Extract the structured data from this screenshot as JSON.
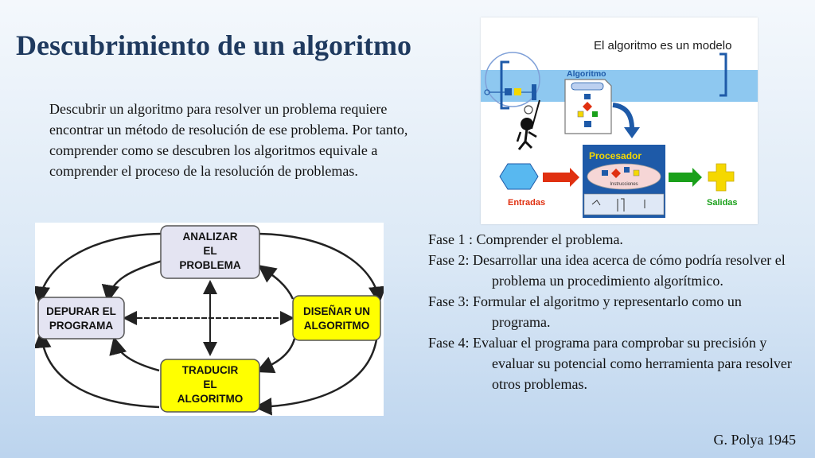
{
  "slide": {
    "title": "Descubrimiento de un algoritmo",
    "intro": "Descubrir un algoritmo para resolver un problema requiere encontrar un método de resolución de ese problema. Por tanto, comprender como se descubren los algoritmos equivale a comprender el proceso de la resolución de problemas.",
    "phases": [
      "Fase 1 : Comprender el problema.",
      "Fase 2: Desarrollar una idea acerca de cómo podría resolver el problema un procedimiento algorítmico.",
      "Fase 3: Formular el algoritmo y representarlo como un programa.",
      "Fase 4: Evaluar el programa para comprobar su precisión y evaluar su potencial como herramienta para resolver otros problemas."
    ],
    "credit": "G. Polya 1945"
  },
  "cycle_diagram": {
    "analizar": [
      "ANALIZAR",
      "EL",
      "PROBLEMA"
    ],
    "disenar": [
      "DISEÑAR UN",
      "ALGORITMO"
    ],
    "traducir": [
      "TRADUCIR",
      "EL",
      "ALGORITMO"
    ],
    "depurar": [
      "DEPURAR EL",
      "PROGRAMA"
    ],
    "colors": {
      "analizar": "#e4e4f2",
      "disenar": "#ffff00",
      "traducir": "#ffff00",
      "depurar": "#e4e4f2"
    }
  },
  "model_diagram": {
    "title": "El algoritmo es un modelo",
    "algoritmo": "Algoritmo",
    "procesador": "Procesador",
    "instrucciones": "Instrucciones",
    "entradas": "Entradas",
    "salidas": "Salidas",
    "colors": {
      "accent": "#1e5aa8",
      "band": "#8ec8f0",
      "entrada_arrow": "#e03010",
      "salida_arrow": "#1aa01a",
      "salida_shape": "#f5d800",
      "entrada_shape": "#58b8f0"
    }
  }
}
